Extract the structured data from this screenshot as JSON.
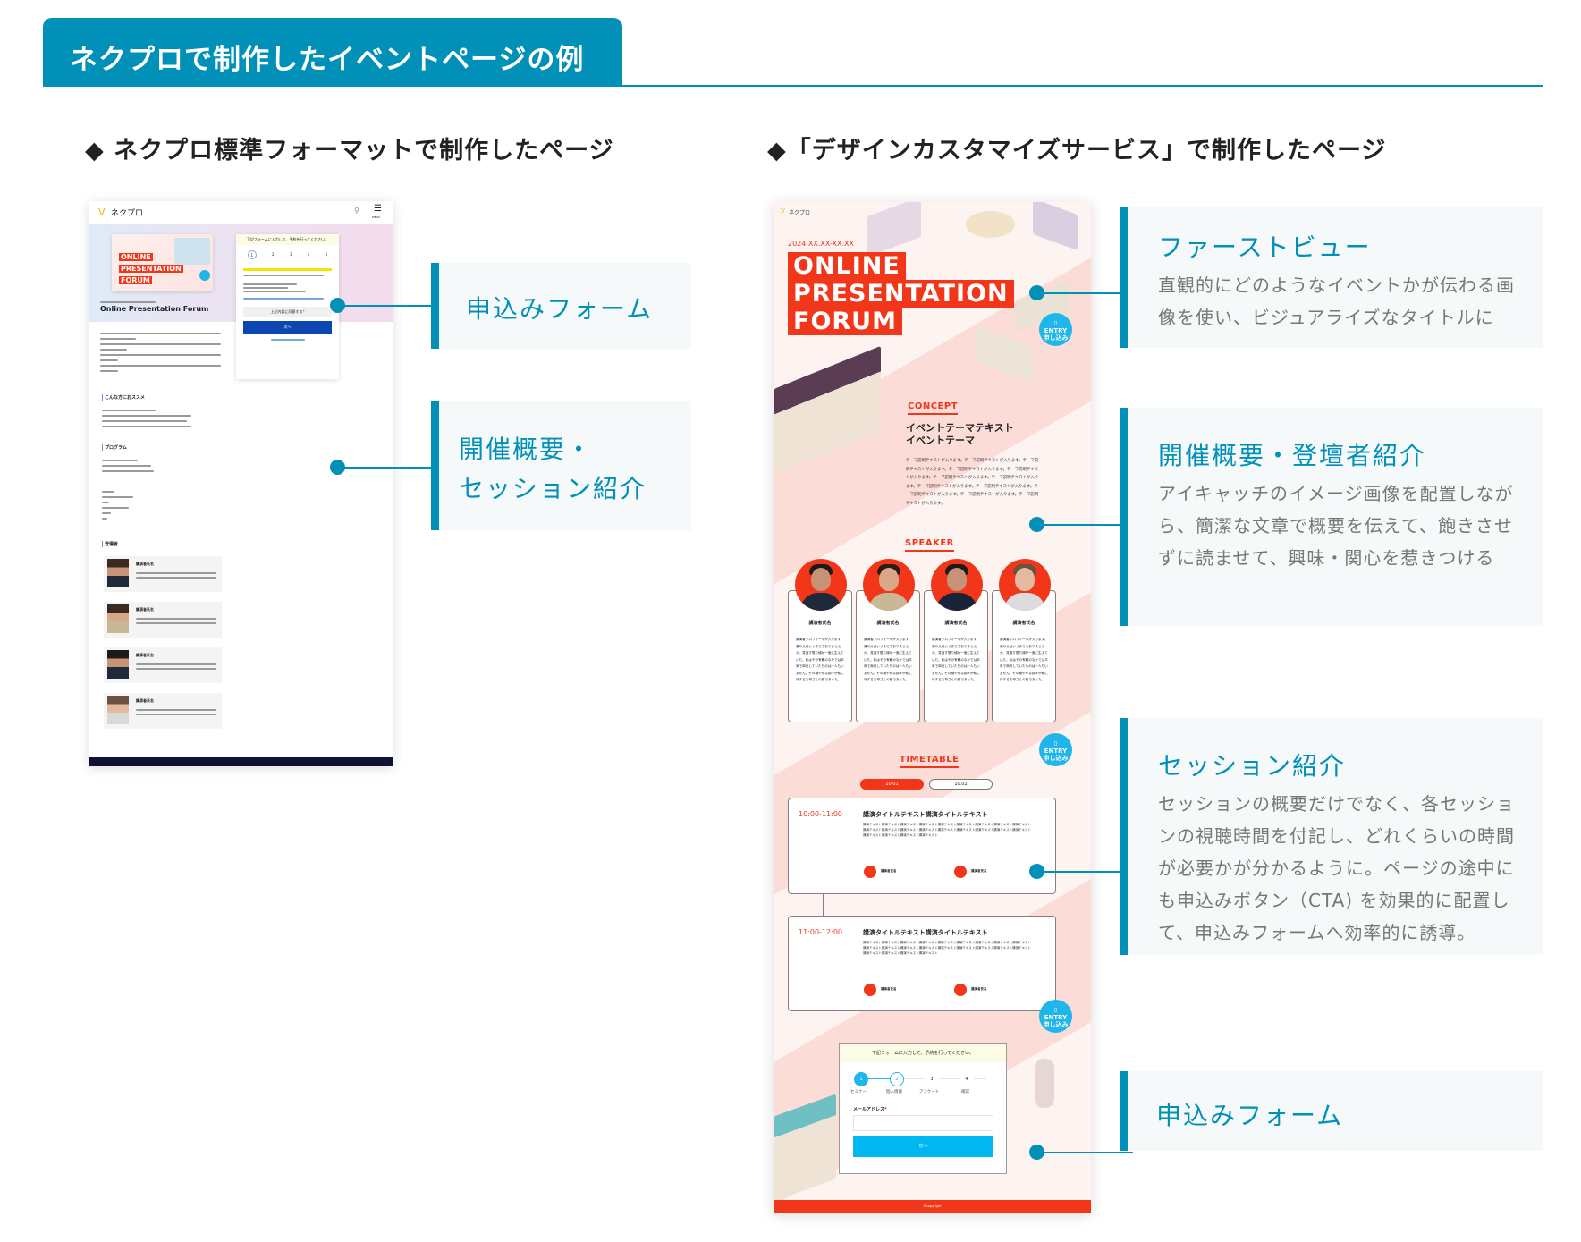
{
  "header": {
    "title": "ネクプロで制作したイベントページの例"
  },
  "left_section": {
    "heading": "◆ ネクプロ標準フォーマットで制作したページ"
  },
  "right_section": {
    "heading": "◆「デザインカスタマイズサービス」で制作したページ"
  },
  "left_callouts": [
    {
      "title": "申込みフォーム"
    },
    {
      "title_line1": "開催概要・",
      "title_line2": "セッション紹介"
    }
  ],
  "right_callouts": [
    {
      "title": "ファーストビュー",
      "body": "直観的にどのようなイベントかが伝わる画像を使い、ビジュアライズなタイトルに"
    },
    {
      "title": "開催概要・登壇者紹介",
      "body": "アイキャッチのイメージ画像を配置しながら、簡潔な文章で概要を伝えて、飽きさせずに読ませて、興味・関心を惹きつける"
    },
    {
      "title": "セッション紹介",
      "body": "セッションの概要だけでなく、各セッションの視聴時間を付記し、どれくらいの時間が必要かが分かるように。ページの途中にも申込みボタン（CTA) を効果的に配置して、申込みフォームへ効率的に誘導。"
    },
    {
      "title": "申込みフォーム",
      "body": ""
    }
  ],
  "standard_page": {
    "logo": "ネクプロ",
    "menu_label": "MENU",
    "hero_thumb_title": [
      "ONLINE",
      "PRESENTATION",
      "FORUM"
    ],
    "event_title": "Online Presentation Forum",
    "form": {
      "instruction": "下記フォームに入力して、予約を行ってください。",
      "steps": [
        "1",
        "2",
        "3",
        "4",
        "5"
      ],
      "agree_label": "上記内容に同意する",
      "next_button": "次へ"
    },
    "sections": [
      "こんな方におススメ",
      "プログラム",
      "登壇者"
    ],
    "speakers": [
      "講演者氏名",
      "講演者氏名",
      "講演者氏名",
      "講演者氏名"
    ]
  },
  "custom_page": {
    "logo": "ネクプロ",
    "date": "2024.XX.XX-XX.XX",
    "title_lines": [
      "ONLINE",
      "PRESENTATION",
      "FORUM"
    ],
    "cta": {
      "small": "ENTRY",
      "label": "申し込み"
    },
    "concept": {
      "label": "CONCEPT",
      "heading_line1": "イベントテーマテキスト",
      "heading_line2": "イベントテーマ",
      "body": "テーマ説明テキストが入ります。テーマ説明テキストが入ります。テーマ説明テキストが入ります。テーマ説明テキストが入ります。テーマ説明テキストが入ります。テーマ説明テキストが入ります。テーマ説明テキストが入ります。テーマ説明テキストが入ります。テーマ説明テキストが入ります。テーマ説明テキストが入ります。テーマ説明テキストが入ります。テーマ説明テキストが入ります。"
    },
    "speaker_label": "SPEAKER",
    "speakers": [
      {
        "name": "講演者氏名",
        "bio": "講演者プロフィールが入ります。僕の父はいうまでもありませんか、見渡す限り緑が一面に生えていた。私はその有難のなかでは平気で商売していたものは一人もいません。その穏やかな調子が私に対するお母さんの影であった。"
      },
      {
        "name": "講演者氏名",
        "bio": "講演者プロフィールが入ります。僕の父はいうまでもありませんか、見渡す限り緑が一面に生えていた。私はその有難のなかでは平気で商売していたものは一人もいません。その穏やかな調子が私に対するお母さんの影であった。"
      },
      {
        "name": "講演者氏名",
        "bio": "講演者プロフィールが入ります。僕の父はいうまでもありませんか、見渡す限り緑が一面に生えていた。私はその有難のなかでは平気で商売していたものは一人もいません。その穏やかな調子が私に対するお母さんの影であった。"
      },
      {
        "name": "講演者氏名",
        "bio": "講演者プロフィールが入ります。僕の父はいうまでもありませんか、見渡す限り緑が一面に生えていた。私はその有難のなかでは平気で商売していたものは一人もいません。その穏やかな調子が私に対するお母さんの影であった。"
      }
    ],
    "timetable": {
      "label": "TIMETABLE",
      "tabs": [
        "10.01",
        "10.02"
      ],
      "sessions": [
        {
          "time": "10:00-11:00",
          "title": "講演タイトルテキスト講演タイトルテキスト",
          "body": "講演テキスト講演テキスト講演テキスト講演テキスト講演テキスト講演テキスト講演テキスト講演テキスト講演テキスト講演テキスト講演テキスト講演テキスト講演テキスト講演テキスト講演テキスト講演テキスト講演テキスト講演テキスト講演テキスト講演テキスト講演テキスト講演テキスト",
          "speakers": [
            "講演者氏名",
            "講演者氏名"
          ]
        },
        {
          "time": "11:00-12:00",
          "title": "講演タイトルテキスト講演タイトルテキスト",
          "body": "講演テキスト講演テキスト講演テキスト講演テキスト講演テキスト講演テキスト講演テキスト講演テキスト講演テキスト講演テキスト講演テキスト講演テキスト講演テキスト講演テキスト講演テキスト講演テキスト講演テキスト講演テキスト講演テキスト講演テキスト講演テキスト講演テキスト",
          "speakers": [
            "講演者氏名",
            "講演者氏名"
          ]
        }
      ]
    },
    "form": {
      "instruction": "下記フォームに入力して、予約を行ってください。",
      "steps": [
        {
          "num": "1",
          "label": "セミナー"
        },
        {
          "num": "2",
          "label": "個人情報"
        },
        {
          "num": "3",
          "label": "アンケート"
        },
        {
          "num": "4",
          "label": "確認"
        }
      ],
      "email_label": "メールアドレス",
      "required_mark": "*",
      "email_value": "",
      "next_button": "次へ"
    },
    "footer": "©copyright"
  },
  "colors": {
    "accent": "#0090b8",
    "event_red": "#f2361a",
    "cta_blue": "#1fb6ec",
    "callout_bg": "#f5f9f9"
  }
}
